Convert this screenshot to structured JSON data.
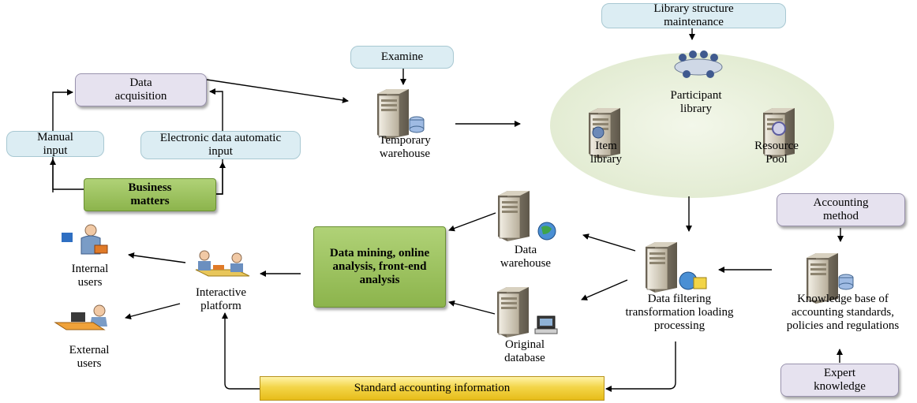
{
  "nodes": {
    "library_structure_maintenance": "Library structure maintenance",
    "examine": "Examine",
    "data_acquisition": "Data acquisition",
    "manual_input": "Manual input",
    "electronic_input": "Electronic data automatic input",
    "business_matters": "Business matters",
    "temporary_warehouse": "Temporary warehouse",
    "participant_library": "Participant library",
    "item_library": "Item library",
    "resource_pool": "Resource Pool",
    "accounting_method": "Accounting method",
    "data_warehouse": "Data warehouse",
    "data_mining": "Data mining, online analysis, front-end analysis",
    "data_filtering": "Data filtering transformation loading processing",
    "knowledge_base": "Knowledge base of accounting standards, policies and regulations",
    "internal_users": "Internal users",
    "interactive_platform": "Interactive platform",
    "external_users": "External users",
    "original_database": "Original database",
    "expert_knowledge": "Expert knowledge",
    "standard_accounting_information": "Standard accounting information"
  },
  "colors": {
    "blue_box": "#dcedf3",
    "lavender_box": "#e6e2ef",
    "green_box": "#9cc45a",
    "yellow_bar": "#f3d548",
    "library_ellipse": "#e8f0dc"
  },
  "icons": [
    "server-icon",
    "database-icon",
    "globe-icon",
    "gear-icon",
    "folder-icon",
    "computer-icon",
    "meeting-icon",
    "user-icon"
  ]
}
